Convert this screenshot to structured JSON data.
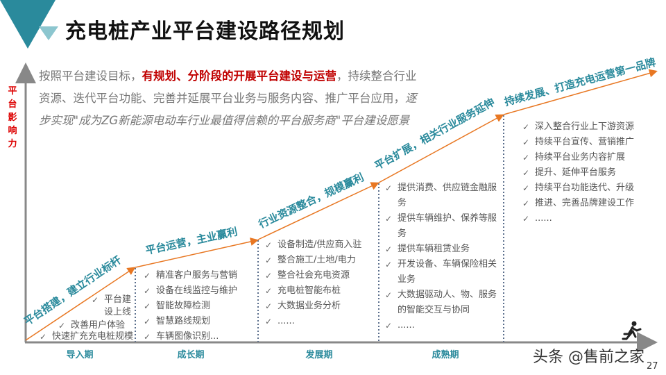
{
  "title": "充电桩产业平台建设路径规划",
  "intro": {
    "part1": "按照平台建设目标，",
    "highlight": "有规划、分阶段的开展平台建设与运营",
    "part2": "，持续整合行业资源、迭代平台功能、完善并延展平台业务与服务内容、推广平台应用，",
    "italic": "逐步实现\"成为ZG新能源电动车行业最值得信赖的平台服务商\"平台建设愿景"
  },
  "y_axis_label": "平台影响力",
  "stages": [
    {
      "label": "平台搭建，建立行业标杆",
      "items": [
        "平台建设上线",
        "改善用户体验",
        "快速扩充充电桩规模"
      ]
    },
    {
      "label": "平台运营，主业赢利",
      "items": [
        "精准客户服务与营销",
        "设备在线监控与维护",
        "智能故障检测",
        "智慧路线规划",
        "车辆图像识别..."
      ]
    },
    {
      "label": "行业资源整合，规模赢利",
      "items": [
        "设备制造/供应商入驻",
        "整合施工/土地/电力",
        "整合社会充电资源",
        "充电桩智能布桩",
        "大数据业务分析",
        "......"
      ]
    },
    {
      "label": "平台扩展，相关行业服务延伸",
      "items": [
        "提供消费、供应链金融服务",
        "提供车辆维护、保养等服务",
        "提供车辆租赁业务",
        "开发设备、车辆保险相关业务",
        "大数据驱动人、物、服务的智能交互与协同",
        "......"
      ]
    },
    {
      "label": "持续发展、打造充电运营第一品牌",
      "items": [
        "深入整合行业上下游资源",
        "持续平台宣传、营销推广",
        "持续平台业务内容扩展",
        "提升、延伸平台服务",
        "持续平台功能迭代、升级",
        "推进、完善品牌建设工作",
        "......"
      ]
    }
  ],
  "phases": [
    "导入期",
    "成长期",
    "发展期",
    "成熟期"
  ],
  "watermark": "头条 @售前之家",
  "page_number": "27",
  "colors": {
    "accent": "#2a8a9c",
    "arrow": "#e87722",
    "highlight": "#c00000",
    "axis": "#888888"
  },
  "icons": [
    "runner-icon"
  ]
}
